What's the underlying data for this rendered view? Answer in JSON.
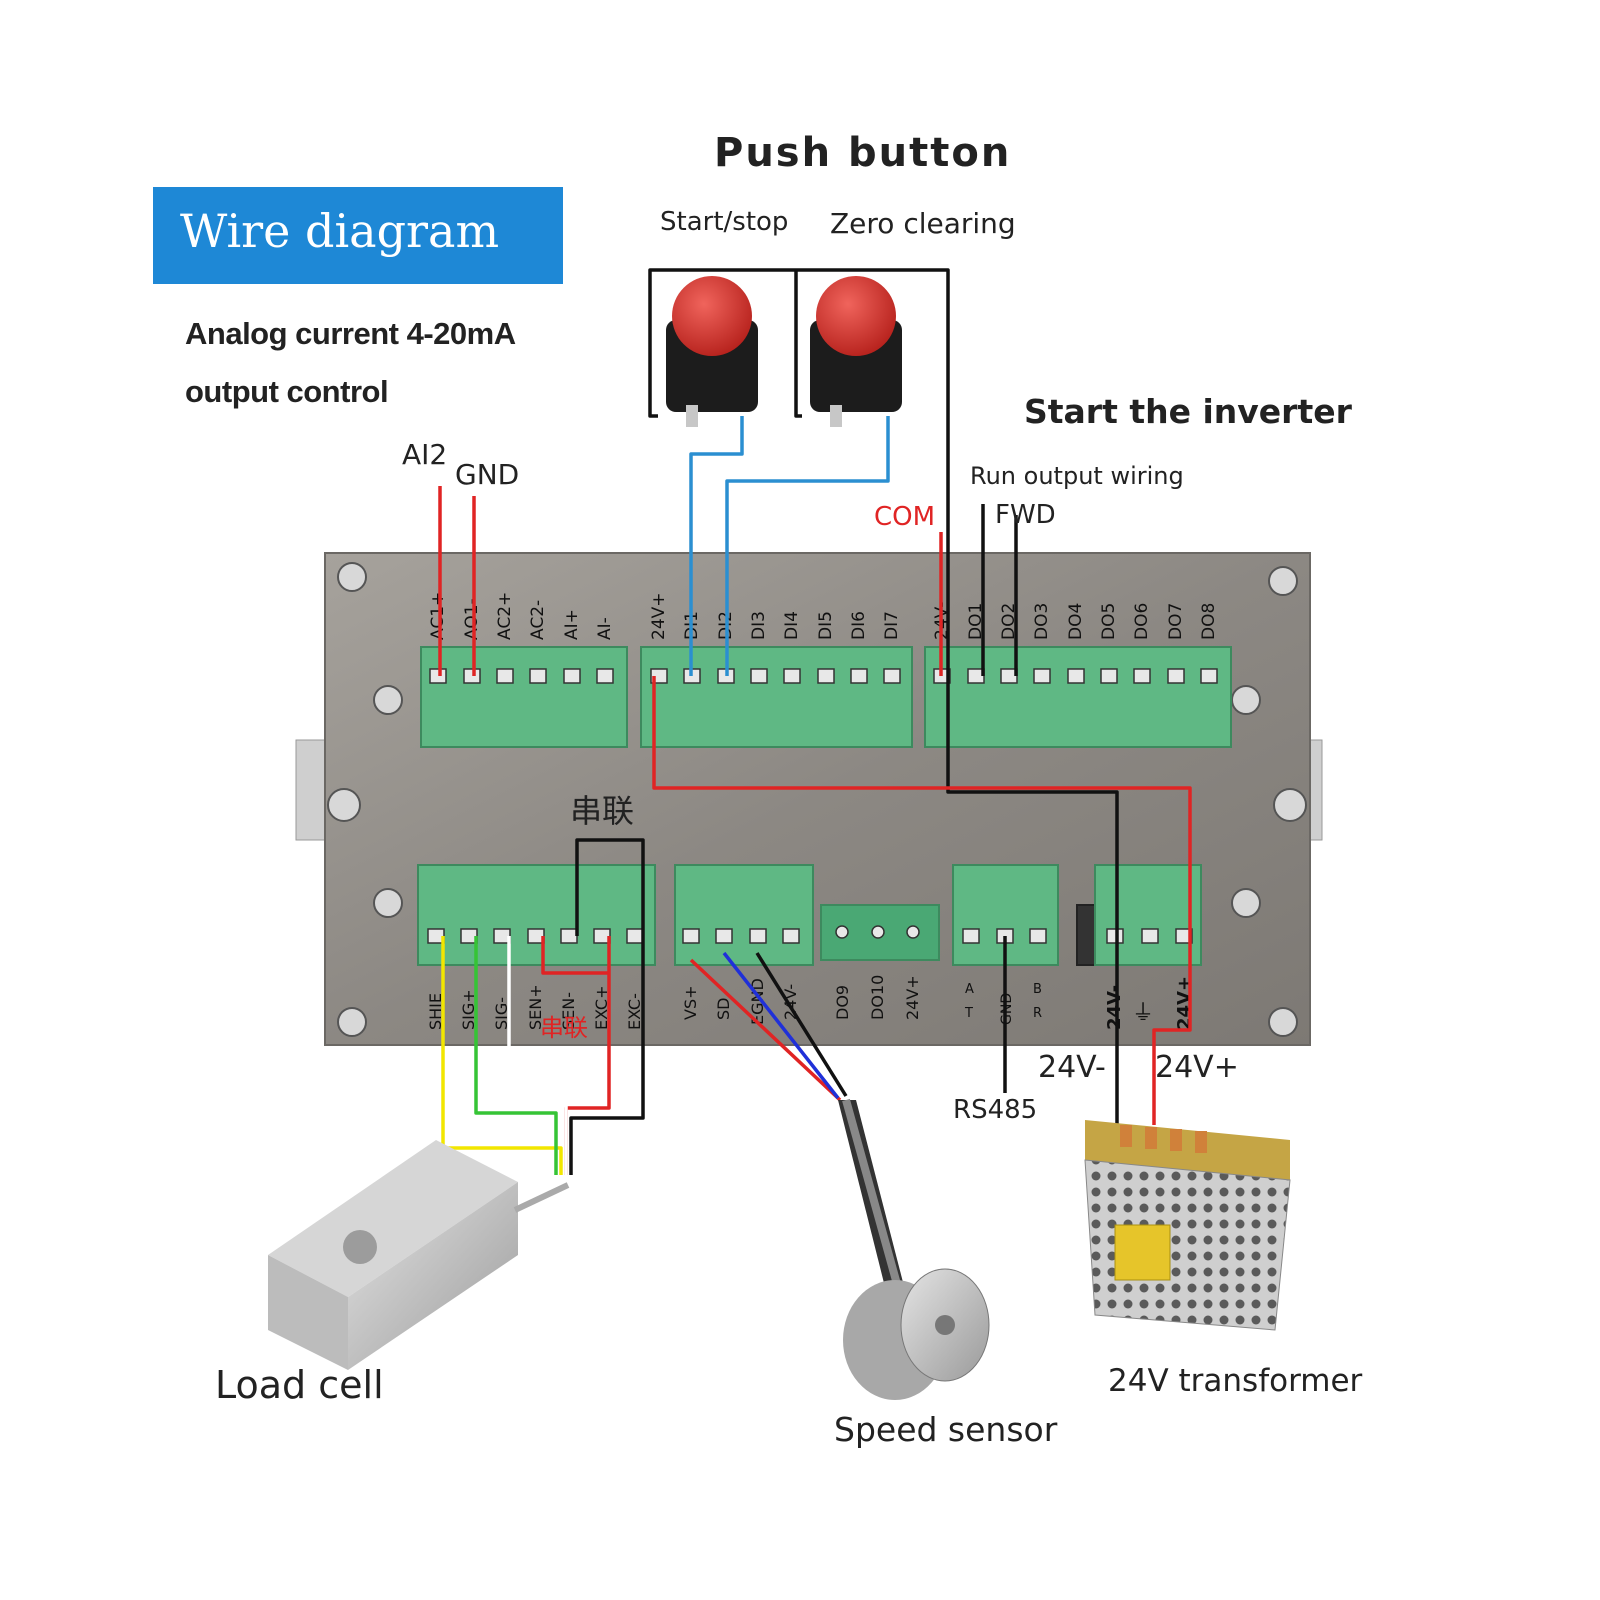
{
  "title": "Wire diagram",
  "subtitle_lines": [
    "Analog current 4-20mA",
    "output control"
  ],
  "push_button": {
    "heading": "Push button",
    "start_stop": "Start/stop",
    "zero_clearing": "Zero clearing"
  },
  "inverter": {
    "heading": "Start the inverter",
    "run_output": "Run output wiring",
    "com": "COM",
    "fwd": "FWD"
  },
  "analog_labels": {
    "ai2": "AI2",
    "gnd": "GND"
  },
  "top_left_terminals": [
    "AC1+",
    "AO1-",
    "AC2+",
    "AC2-",
    "AI+",
    "AI-"
  ],
  "top_mid_terminals": [
    "24V+",
    "DI1",
    "DI2",
    "DI3",
    "DI4",
    "DI5",
    "DI6",
    "DI7"
  ],
  "top_right_terminals": [
    "24V-",
    "DO1",
    "DO2",
    "DO3",
    "DO4",
    "DO5",
    "DO6",
    "DO7",
    "DO8"
  ],
  "bottom_left_terminals": [
    "SHIE",
    "SIG+",
    "SIG-",
    "SEN+",
    "SEN-",
    "EXC+",
    "EXC-"
  ],
  "bottom_mid_terminals": [
    "VS+",
    "SD",
    "EGND",
    "24V-"
  ],
  "bottom_do_terminals": [
    "DO9",
    "DO10",
    "24V+"
  ],
  "rs485_terminals": [
    {
      "top": "A",
      "bottom": "T"
    },
    {
      "top": "GND",
      "bottom": ""
    },
    {
      "top": "B",
      "bottom": "R"
    }
  ],
  "power_terminals": [
    "24V-",
    "⏚",
    "24V+"
  ],
  "series_label": "串联",
  "series_label_bottom": "串联",
  "rs485": "RS485",
  "v24_minus": "24V-",
  "v24_plus": "24V+",
  "devices": {
    "load_cell": "Load cell",
    "speed_sensor": "Speed sensor",
    "transformer": "24V transformer"
  },
  "colors": {
    "title_bg": "#1e88d6",
    "panel": "#8f8b86",
    "terminal_green": "#5fb884",
    "wire_red": "#e02424",
    "wire_blue": "#2b8fd1",
    "wire_black": "#111111",
    "wire_yellow": "#f2e600",
    "wire_green": "#35c435",
    "button_red": "#d9312b"
  }
}
